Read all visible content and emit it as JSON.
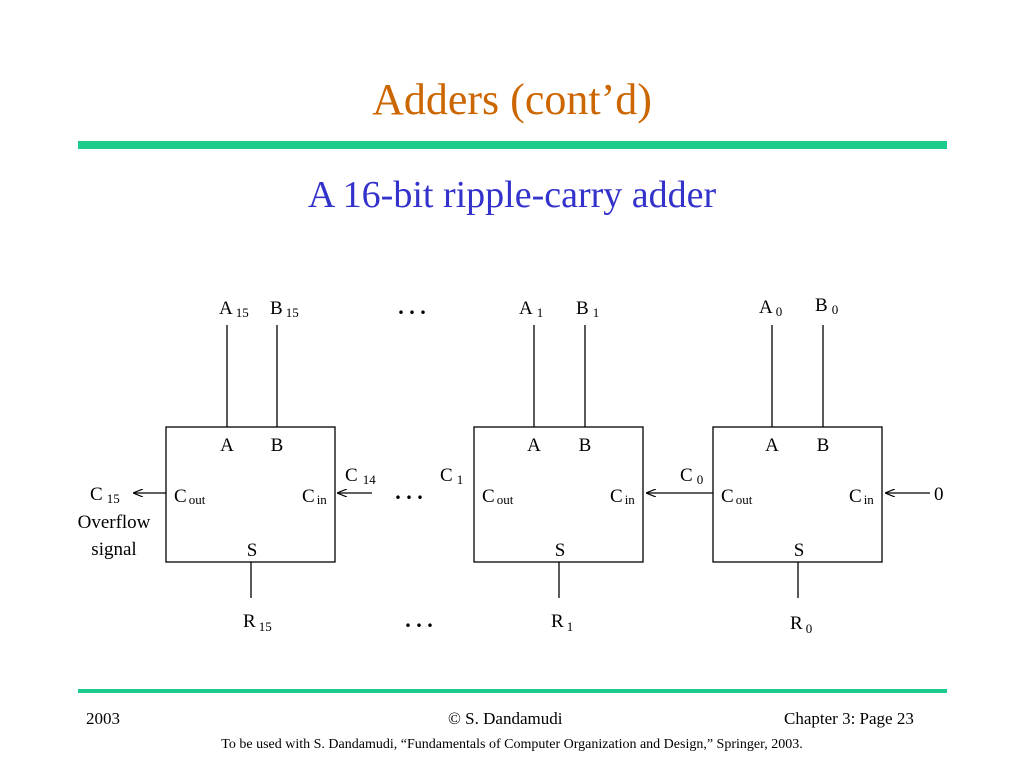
{
  "slide": {
    "title": "Adders (cont’d)",
    "subtitle": "A 16-bit ripple-carry adder"
  },
  "colors": {
    "title": "#cc6600",
    "subtitle": "#3333cc",
    "rule": "#1ccc8c"
  },
  "diagram": {
    "ellipsis": ". . .",
    "blocks": [
      {
        "in_a": "A",
        "in_a_sub": "15",
        "in_b": "B",
        "in_b_sub": "15",
        "port_a": "A",
        "port_b": "B",
        "cout": "C",
        "cout_sub": "out",
        "cin": "C",
        "cin_sub": "in",
        "sum": "S",
        "result": "R",
        "result_sub": "15"
      },
      {
        "in_a": "A",
        "in_a_sub": "1",
        "in_b": "B",
        "in_b_sub": "1",
        "port_a": "A",
        "port_b": "B",
        "cout": "C",
        "cout_sub": "out",
        "cin": "C",
        "cin_sub": "in",
        "sum": "S",
        "result": "R",
        "result_sub": "1"
      },
      {
        "in_a": "A",
        "in_a_sub": "0",
        "in_b": "B",
        "in_b_sub": "0",
        "port_a": "A",
        "port_b": "B",
        "cout": "C",
        "cout_sub": "out",
        "cin": "C",
        "cin_sub": "in",
        "sum": "S",
        "result": "R",
        "result_sub": "0"
      }
    ],
    "carries": {
      "c15": "C",
      "c15_sub": "15",
      "c14": "C",
      "c14_sub": "14",
      "c1": "C",
      "c1_sub": "1",
      "c0": "C",
      "c0_sub": "0",
      "carry_in_value": "0"
    },
    "overflow_line1": "Overflow",
    "overflow_line2": "signal"
  },
  "footer": {
    "year": "2003",
    "author": "© S. Dandamudi",
    "page": "Chapter 3: Page 23",
    "note": "To be used with S. Dandamudi, “Fundamentals of Computer Organization and Design,” Springer, 2003."
  }
}
